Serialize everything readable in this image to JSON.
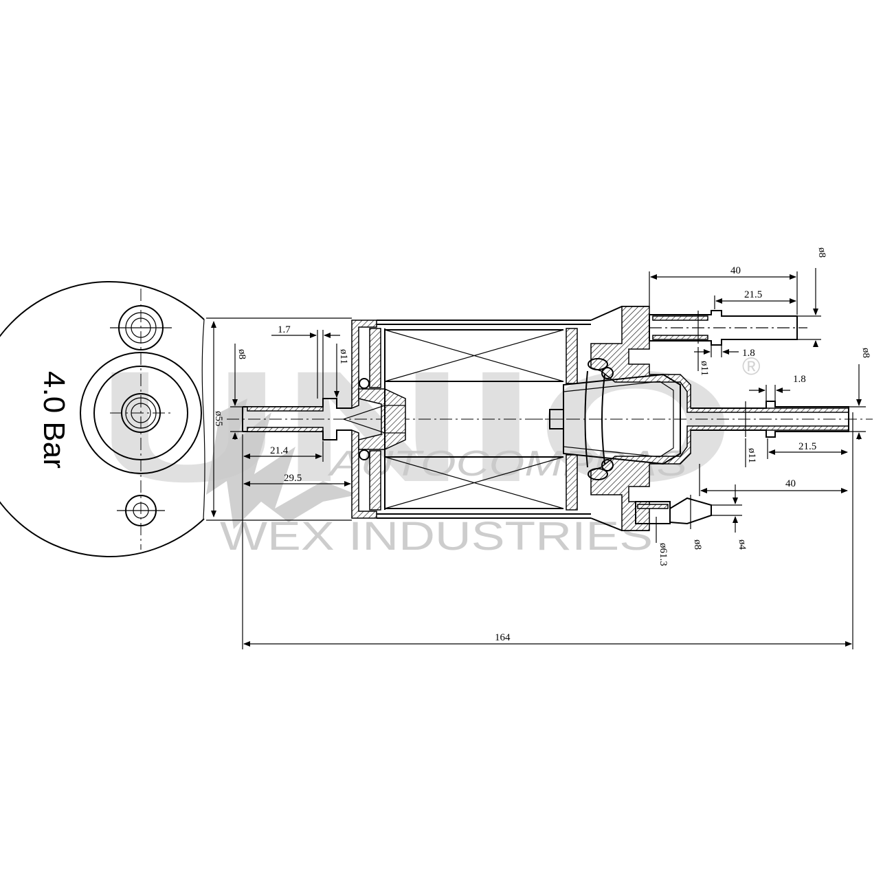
{
  "pressure_label": "4.0 Bar",
  "watermark": {
    "brand": "UNIO",
    "line2": "AUTOCOMPRAS",
    "line3": "WEX INDUSTRIES",
    "registered": "®"
  },
  "dimensions": {
    "d1_7": "1.7",
    "phi11_inlet": "ø11",
    "phi8_inlet": "ø8",
    "phi55": "ø55",
    "d21_4": "21.4",
    "d29_5": "29.5",
    "d40_top": "40",
    "d21_5_top": "21.5",
    "phi8_top": "ø8",
    "d1_8_top": "1.8",
    "phi11_top": "ø11",
    "phi8_right": "ø8",
    "d1_8_right": "1.8",
    "phi11_right": "ø11",
    "d21_5_right": "21.5",
    "d40_bottom": "40",
    "phi8_bottom": "ø8",
    "phi4_bottom": "ø4",
    "phi61_3": "ø61.3",
    "d164": "164"
  }
}
